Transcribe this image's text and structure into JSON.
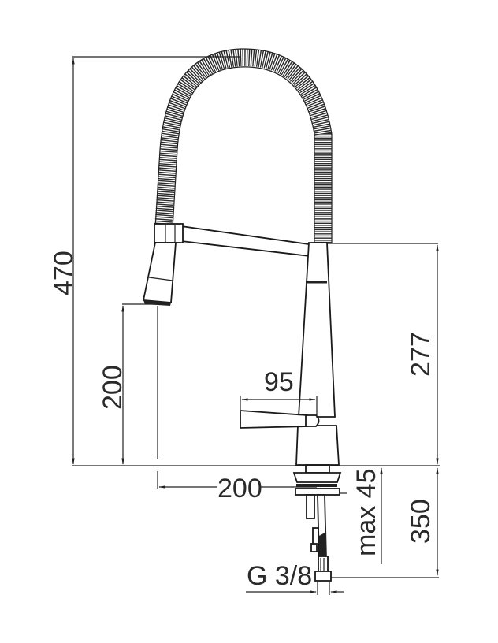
{
  "drawing": {
    "subject": "pull-down kitchen faucet technical drawing",
    "units": "mm",
    "colors": {
      "line": "#222222",
      "background": "#ffffff",
      "hose": "#2b2b2b"
    }
  },
  "dimensions": {
    "total_height": "470",
    "spout_height": "200",
    "body_height": "277",
    "spout_reach": "200",
    "lever_length": "95",
    "max_deck_thickness": "max 45",
    "hose_length": "350",
    "connection_thread": "G 3/8"
  }
}
